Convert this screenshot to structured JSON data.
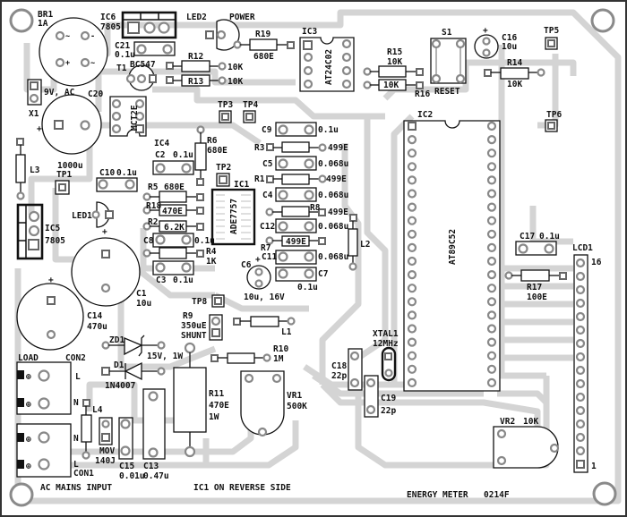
{
  "board": {
    "title": "ENERGY METER",
    "code": "0214F",
    "note": "IC1 ON REVERSE SIDE",
    "input_label": "AC MAINS INPUT",
    "colors": {
      "trace": "#d4d4d4",
      "silkscreen": "#111111",
      "background": "#ffffff",
      "pad": "#888888"
    }
  },
  "components": {
    "BR1": {
      "ref": "BR1",
      "value": "1A",
      "pins": [
        "~",
        "-",
        "+",
        "~"
      ]
    },
    "IC6": {
      "ref": "IC6",
      "value": "7805"
    },
    "LED2": {
      "ref": "LED2",
      "value": "POWER"
    },
    "C21": {
      "ref": "C21",
      "value": "0.1u"
    },
    "T1": {
      "ref": "T1",
      "value": "BC547"
    },
    "R12": {
      "ref": "R12",
      "value": "10K"
    },
    "R13": {
      "ref": "R13",
      "value": "10K"
    },
    "R19": {
      "ref": "R19",
      "value": "680E"
    },
    "IC3": {
      "ref": "IC3",
      "value": "AT24C02"
    },
    "R15": {
      "ref": "R15",
      "value": "10K"
    },
    "R16": {
      "ref": "R16",
      "value": "10K"
    },
    "S1": {
      "ref": "S1",
      "value": "RESET"
    },
    "C16": {
      "ref": "C16",
      "value": "10u",
      "polarity": "+"
    },
    "R14": {
      "ref": "R14",
      "value": "10K"
    },
    "TP5": {
      "ref": "TP5"
    },
    "TP6": {
      "ref": "TP6"
    },
    "X1": {
      "ref": "X1",
      "value": "9V, AC"
    },
    "C20": {
      "ref": "C20",
      "value": "1000u",
      "polarity": "+"
    },
    "IC4": {
      "ref": "IC4",
      "value": "MCT2E"
    },
    "TP3": {
      "ref": "TP3"
    },
    "TP4": {
      "ref": "TP4"
    },
    "L3": {
      "ref": "L3"
    },
    "TP1": {
      "ref": "TP1"
    },
    "C10": {
      "ref": "C10",
      "value": "0.1u"
    },
    "C2": {
      "ref": "C2",
      "value": "0.1u"
    },
    "R6": {
      "ref": "R6",
      "value": "680E"
    },
    "TP2": {
      "ref": "TP2"
    },
    "IC1": {
      "ref": "IC1",
      "value": "ADE7757"
    },
    "R5": {
      "ref": "R5",
      "value": "680E"
    },
    "R18": {
      "ref": "R18",
      "value": "470E"
    },
    "R2": {
      "ref": "R2",
      "value": "6.2K"
    },
    "C8": {
      "ref": "C8",
      "value": "0.1u"
    },
    "R4": {
      "ref": "R4",
      "value": "1K"
    },
    "C3": {
      "ref": "C3",
      "value": "0.1u"
    },
    "LED1": {
      "ref": "LED1"
    },
    "IC5": {
      "ref": "IC5",
      "value": "7805"
    },
    "C1": {
      "ref": "C1",
      "value": "10u",
      "polarity": "+"
    },
    "C14": {
      "ref": "C14",
      "value": "470u",
      "polarity": "+"
    },
    "C9": {
      "ref": "C9",
      "value": "0.1u"
    },
    "R3": {
      "ref": "R3",
      "value": "499E"
    },
    "C5": {
      "ref": "C5",
      "value": "0.068u"
    },
    "R1": {
      "ref": "R1",
      "value": "499E"
    },
    "C4": {
      "ref": "C4",
      "value": "0.068u"
    },
    "R8": {
      "ref": "R8",
      "value": "499E"
    },
    "C12": {
      "ref": "C12",
      "value": "0.068u"
    },
    "R7": {
      "ref": "R7",
      "value": "499E"
    },
    "C11": {
      "ref": "C11",
      "value": "0.068u"
    },
    "C7": {
      "ref": "C7",
      "value": "0.1u"
    },
    "C6": {
      "ref": "C6",
      "value": "10u, 16V",
      "polarity": "+"
    },
    "L2": {
      "ref": "L2"
    },
    "TP8": {
      "ref": "TP8"
    },
    "R9": {
      "ref": "R9",
      "value": "350uE",
      "note": "SHUNT"
    },
    "L1": {
      "ref": "L1"
    },
    "ZD1": {
      "ref": "ZD1",
      "value": "15V, 1W"
    },
    "D1": {
      "ref": "D1",
      "value": "1N4007"
    },
    "R10": {
      "ref": "R10",
      "value": "1M"
    },
    "R11": {
      "ref": "R11",
      "value": "470E",
      "value2": "1W"
    },
    "VR1": {
      "ref": "VR1",
      "value": "500K"
    },
    "CON2": {
      "ref": "CON2",
      "label": "LOAD",
      "pins": [
        "L",
        "N"
      ]
    },
    "CON1": {
      "ref": "CON1",
      "pins": [
        "N",
        "L"
      ]
    },
    "L4": {
      "ref": "L4"
    },
    "MOV": {
      "ref": "MOV",
      "value": "140J"
    },
    "C15": {
      "ref": "C15",
      "value": "0.01u"
    },
    "C13": {
      "ref": "C13",
      "value": "0.47u"
    },
    "IC2": {
      "ref": "IC2",
      "value": "AT89C52",
      "pin_count": 40
    },
    "XTAL1": {
      "ref": "XTAL1",
      "value": "12MHz"
    },
    "C18": {
      "ref": "C18",
      "value": "22p"
    },
    "C19": {
      "ref": "C19",
      "value": "22p"
    },
    "C17": {
      "ref": "C17",
      "value": "0.1u"
    },
    "R17": {
      "ref": "R17",
      "value": "100E"
    },
    "LCD1": {
      "ref": "LCD1",
      "pin_first": "1",
      "pin_last": "16",
      "pin_count": 16
    },
    "VR2": {
      "ref": "VR2",
      "value": "10K"
    }
  }
}
